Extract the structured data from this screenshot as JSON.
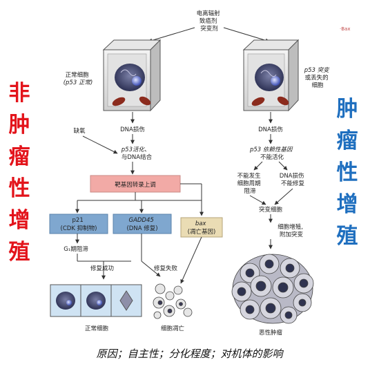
{
  "left_title": [
    "非",
    "肿",
    "瘤",
    "性",
    "增",
    "殖"
  ],
  "right_title": [
    "肿",
    "瘤",
    "性",
    "增",
    "殖"
  ],
  "caption": "原因；自主性；分化程度；对机体的影响",
  "stray_mark": "·Bax",
  "diagram": {
    "cause": [
      "电离辐射",
      "致癌剂",
      "突变剂"
    ],
    "normal_cell": [
      "正常细胞",
      "(p53 正常)"
    ],
    "mutant_cell": [
      "p53 突变",
      "或丢失的",
      "细胞"
    ],
    "hypoxia": "缺氧",
    "dna_damage_left": "DNA损伤",
    "dna_damage_right": "DNA损伤",
    "p53_activated": [
      "p53活化、",
      "与DNA结合"
    ],
    "p53_inactive": [
      "p53 依赖性基因",
      "不能活化"
    ],
    "target_genes": "靶基因转录上调",
    "p21": [
      "p21",
      "(CDK 抑制物)"
    ],
    "gadd45": [
      "GADD45",
      "(DNA 修复)"
    ],
    "bax": [
      "bax",
      "(凋亡基因)"
    ],
    "g1_arrest": "G₁期阻滞",
    "repair_success": "修复成功",
    "repair_fail": "修复失败",
    "normal_result": "正常细胞",
    "apoptosis": "细胞凋亡",
    "no_arrest": [
      "不能发生",
      "细胞周期",
      "阻滞"
    ],
    "no_repair": [
      "DNA损伤",
      "不能修复"
    ],
    "mutant_result": "突变细胞",
    "proliferation": [
      "细胞增殖,",
      "附加突变"
    ],
    "malignant": "恶性肿瘤"
  }
}
